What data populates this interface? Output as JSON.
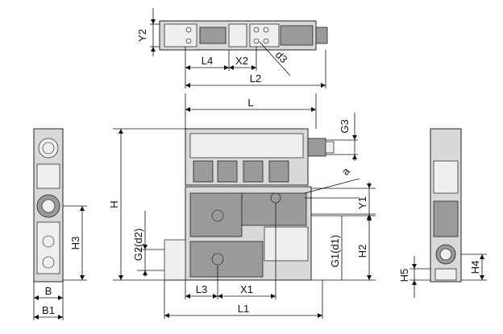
{
  "labels": {
    "Y2": "Y2",
    "L4": "L4",
    "X2": "X2",
    "d3": "d3",
    "L2": "L2",
    "L": "L",
    "G3": "G3",
    "a": "a",
    "H": "H",
    "Y1": "Y1",
    "G2d2": "G2(d2)",
    "G1d1": "G1(d1)",
    "H2": "H2",
    "H3": "H3",
    "L3": "L3",
    "X1": "X1",
    "L1": "L1",
    "B": "B",
    "B1": "B1",
    "H4": "H4",
    "H5": "H5"
  }
}
